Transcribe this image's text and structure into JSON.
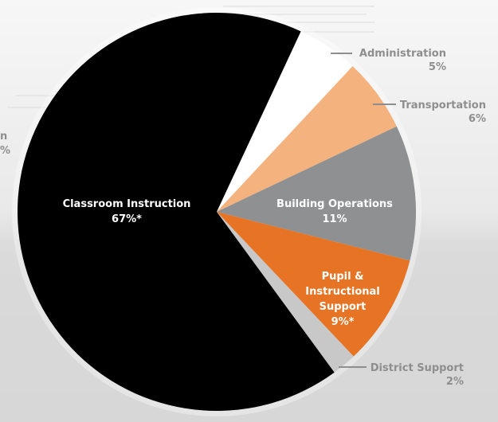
{
  "chart_data": {
    "type": "pie",
    "slices": [
      {
        "label": "Administration",
        "value": 5,
        "value_label": "5%",
        "color": "#ffffff",
        "label_pos": "outside"
      },
      {
        "label": "Transportation",
        "value": 6,
        "value_label": "6%",
        "color": "#f4b27f",
        "label_pos": "outside"
      },
      {
        "label": "Building Operations",
        "value": 11,
        "value_label": "11%",
        "color": "#8f9091",
        "label_pos": "inside"
      },
      {
        "label": "Pupil & Instructional Support",
        "value": 9,
        "value_label": "9%*",
        "color": "#e67424",
        "label_pos": "inside"
      },
      {
        "label": "District Support",
        "value": 2,
        "value_label": "2%",
        "color": "#c8c8c8",
        "label_pos": "outside"
      },
      {
        "label": "Classroom Instruction",
        "value": 67,
        "value_label": "67%*",
        "color": "#000000",
        "label_pos": "inside"
      }
    ],
    "left_fragments": [
      "n",
      "%"
    ]
  }
}
